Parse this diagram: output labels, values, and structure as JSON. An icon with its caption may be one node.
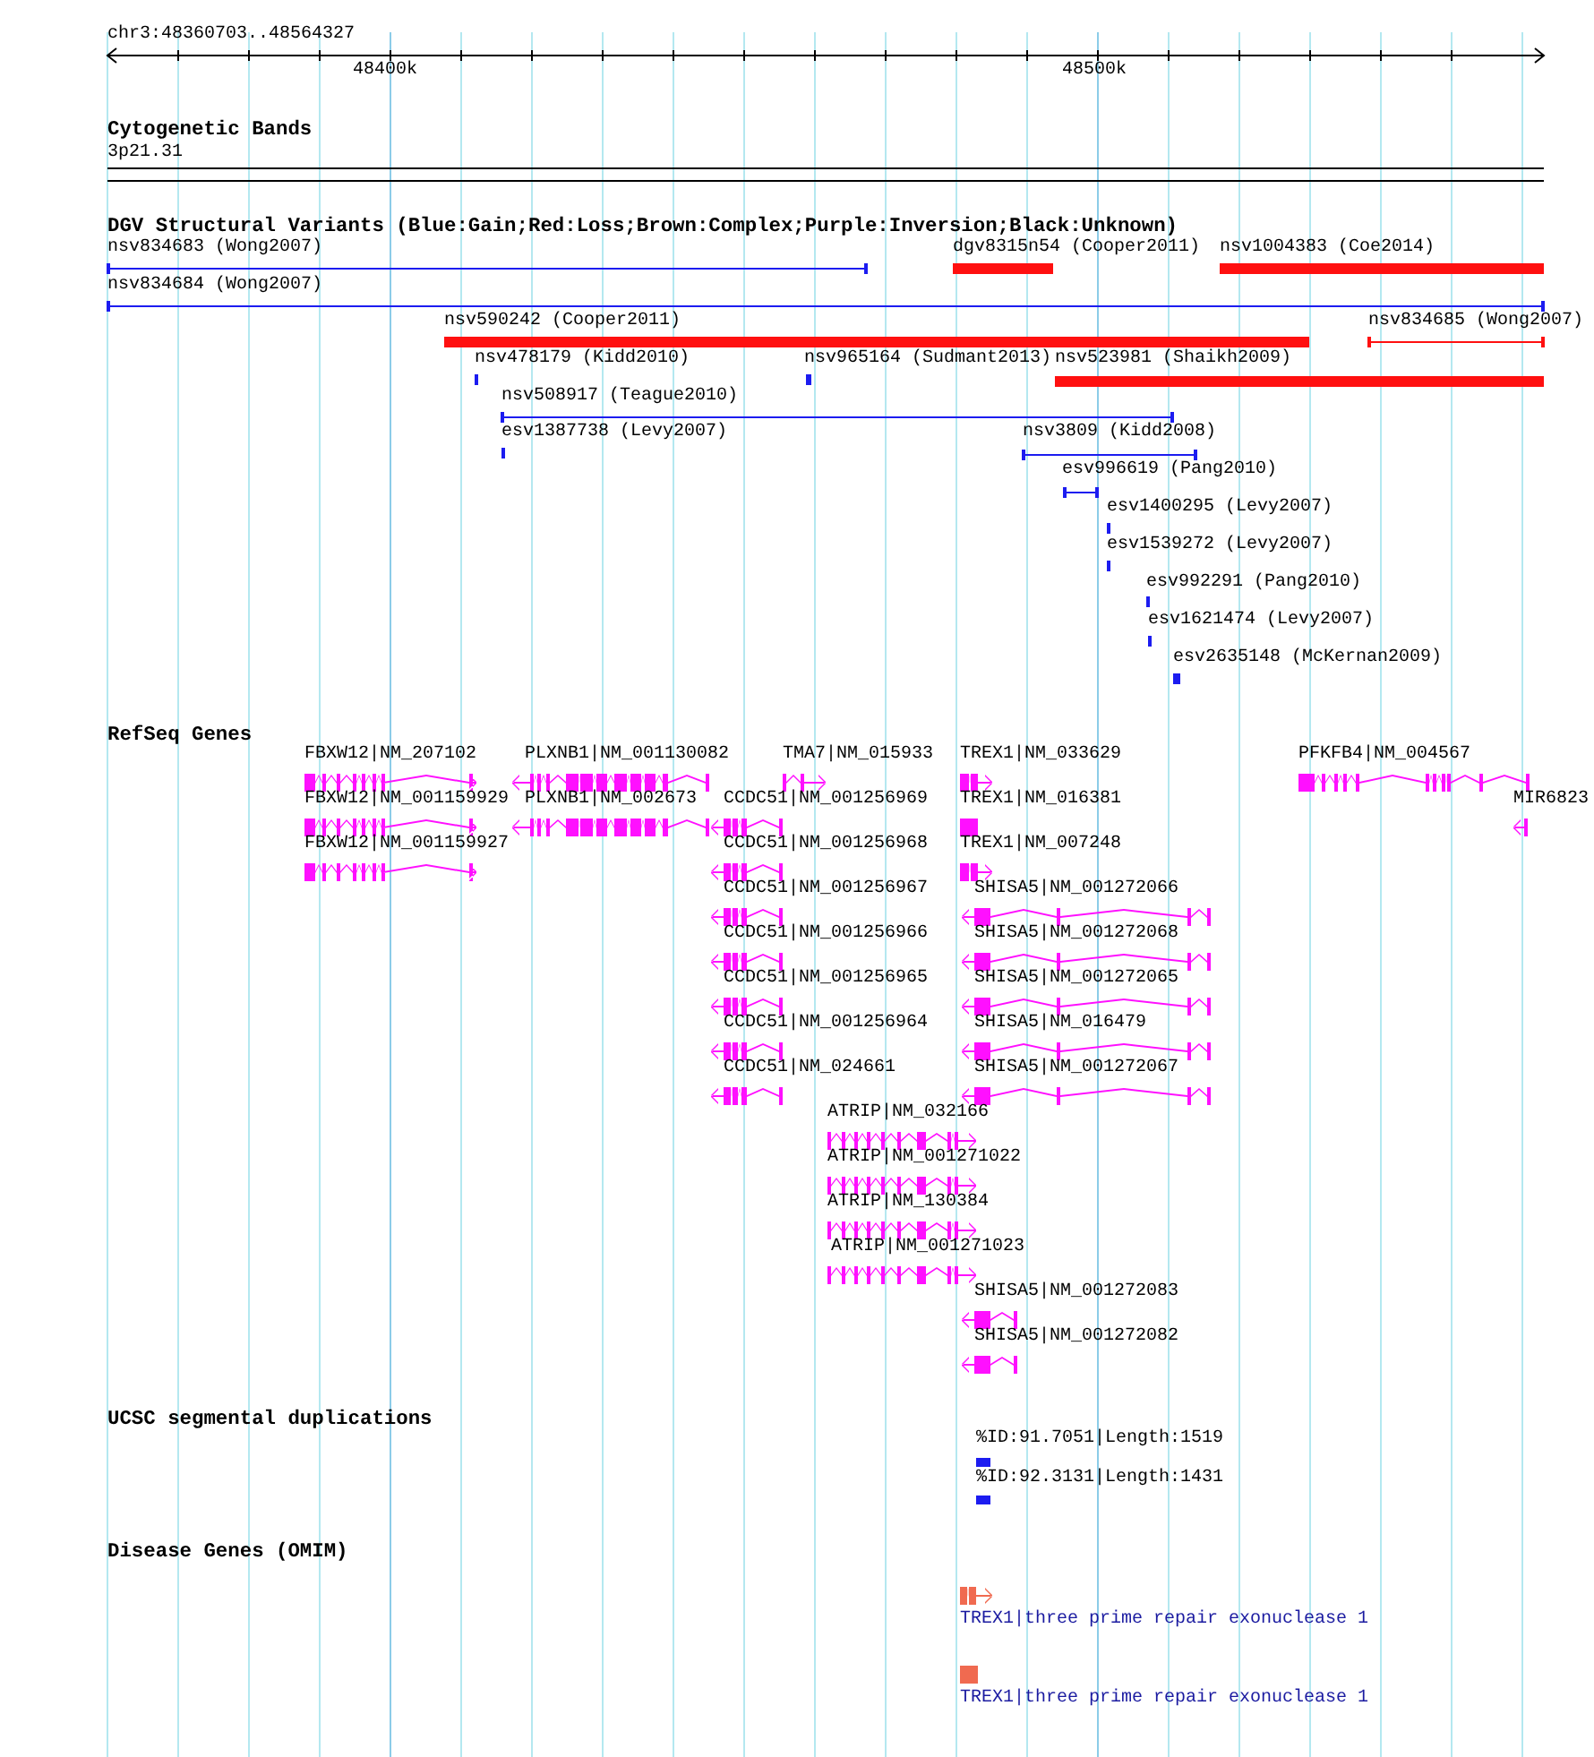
{
  "diagram": {
    "labels": [
      "chr3:48360703..48564327",
      "48400k",
      "48500k",
      "Cytogenetic Bands",
      "3p21.31",
      "DGV Structural Variants (Blue:Gain;Red:Loss;Brown:Complex;Purple:Inversion;Black:Unknown)",
      "nsv834683 (Wong2007)",
      "dgv8315n54 (Cooper2011)",
      "nsv1004383 (Coe2014)",
      "nsv834684 (Wong2007)",
      "nsv590242 (Cooper2011)",
      "nsv834685 (Wong2007)",
      "nsv478179 (Kidd2010)",
      "nsv965164 (Sudmant2013)",
      "nsv523981 (Shaikh2009)",
      "nsv508917 (Teague2010)",
      "esv1387738 (Levy2007)",
      "nsv3809 (Kidd2008)",
      "esv996619 (Pang2010)",
      "esv1400295 (Levy2007)",
      "esv1539272 (Levy2007)",
      "esv992291 (Pang2010)",
      "esv1621474 (Levy2007)",
      "esv2635148 (McKernan2009)",
      "RefSeq Genes",
      "FBXW12|NM_207102",
      "PLXNB1|NM_001130082",
      "TMA7|NM_015933",
      "TREX1|NM_033629",
      "PFKFB4|NM_004567",
      "FBXW12|NM_001159929",
      "PLXNB1|NM_002673",
      "CCDC51|NM_001256969",
      "TREX1|NM_016381",
      "MIR6823",
      "FBXW12|NM_001159927",
      "CCDC51|NM_001256968",
      "TREX1|NM_007248",
      "CCDC51|NM_001256967",
      "SHISA5|NM_001272066",
      "CCDC51|NM_001256966",
      "SHISA5|NM_001272068",
      "CCDC51|NM_001256965",
      "SHISA5|NM_001272065",
      "CCDC51|NM_001256964",
      "SHISA5|NM_016479",
      "CCDC51|NM_024661",
      "SHISA5|NM_001272067",
      "ATRIP|NM_032166",
      "ATRIP|NM_001271022",
      "ATRIP|NM_130384",
      "ATRIP|NM_001271023",
      "SHISA5|NM_001272083",
      "SHISA5|NM_001272082",
      "UCSC segmental duplications",
      "%ID:91.7051|Length:1519",
      "%ID:92.3131|Length:1431",
      "Disease Genes (OMIM)",
      "TREX1|three prime repair exonuclease 1",
      "TREX1|three prime repair exonuclease 1"
    ]
  }
}
